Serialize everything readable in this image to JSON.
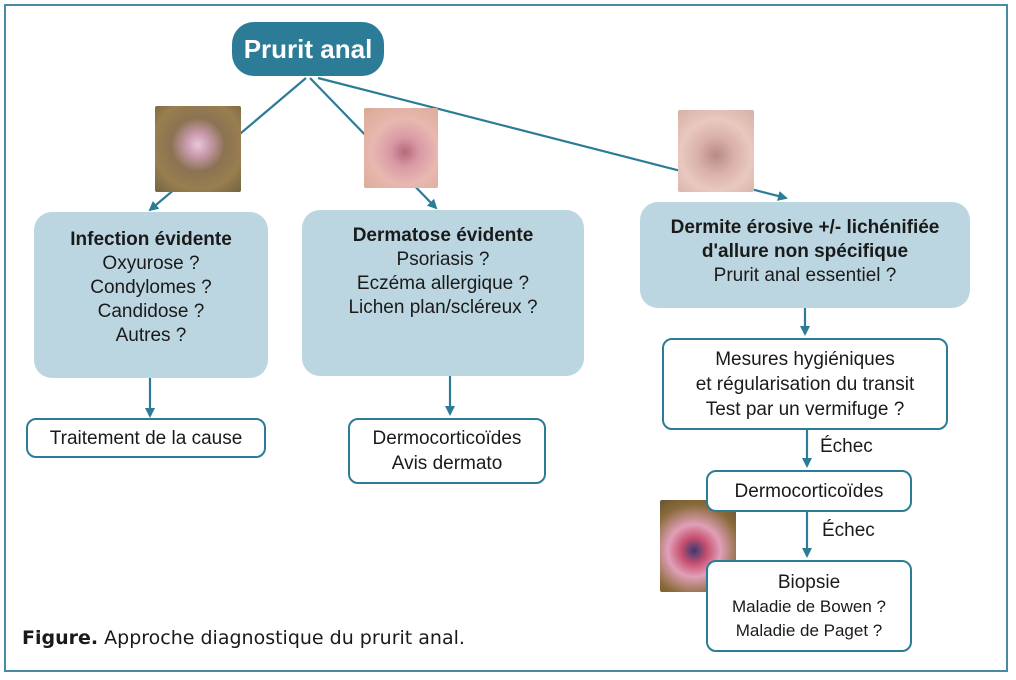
{
  "root": "Prurit anal",
  "branch1": {
    "title": "Infection évidente",
    "items": [
      "Oxyurose ?",
      "Condylomes ?",
      "Candidose ?",
      "Autres ?"
    ],
    "outcome": "Traitement de la cause"
  },
  "branch2": {
    "title": "Dermatose évidente",
    "items": [
      "Psoriasis ?",
      "Eczéma allergique ?",
      "Lichen plan/scléreux ?"
    ],
    "outcome_lines": [
      "Dermocorticoïdes",
      "Avis dermato"
    ]
  },
  "branch3": {
    "title_lines": [
      "Dermite érosive +/- lichénifiée",
      "d'allure non spécifique"
    ],
    "sub": "Prurit anal essentiel ?",
    "step1_lines": [
      "Mesures hygiéniques",
      "et régularisation du transit",
      "Test par un vermifuge ?"
    ],
    "fail1": "Échec",
    "step2": "Dermocorticoïdes",
    "fail2": "Échec",
    "step3_title": "Biopsie",
    "step3_lines": [
      "Maladie de Bowen ?",
      "Maladie de Paget ?"
    ]
  },
  "caption": {
    "label": "Figure.",
    "text": " Approche diagnostique du prurit anal."
  },
  "colors": {
    "accent": "#2c7c98",
    "box_fill": "#bcd6e1",
    "frame": "#4a8aa3"
  }
}
